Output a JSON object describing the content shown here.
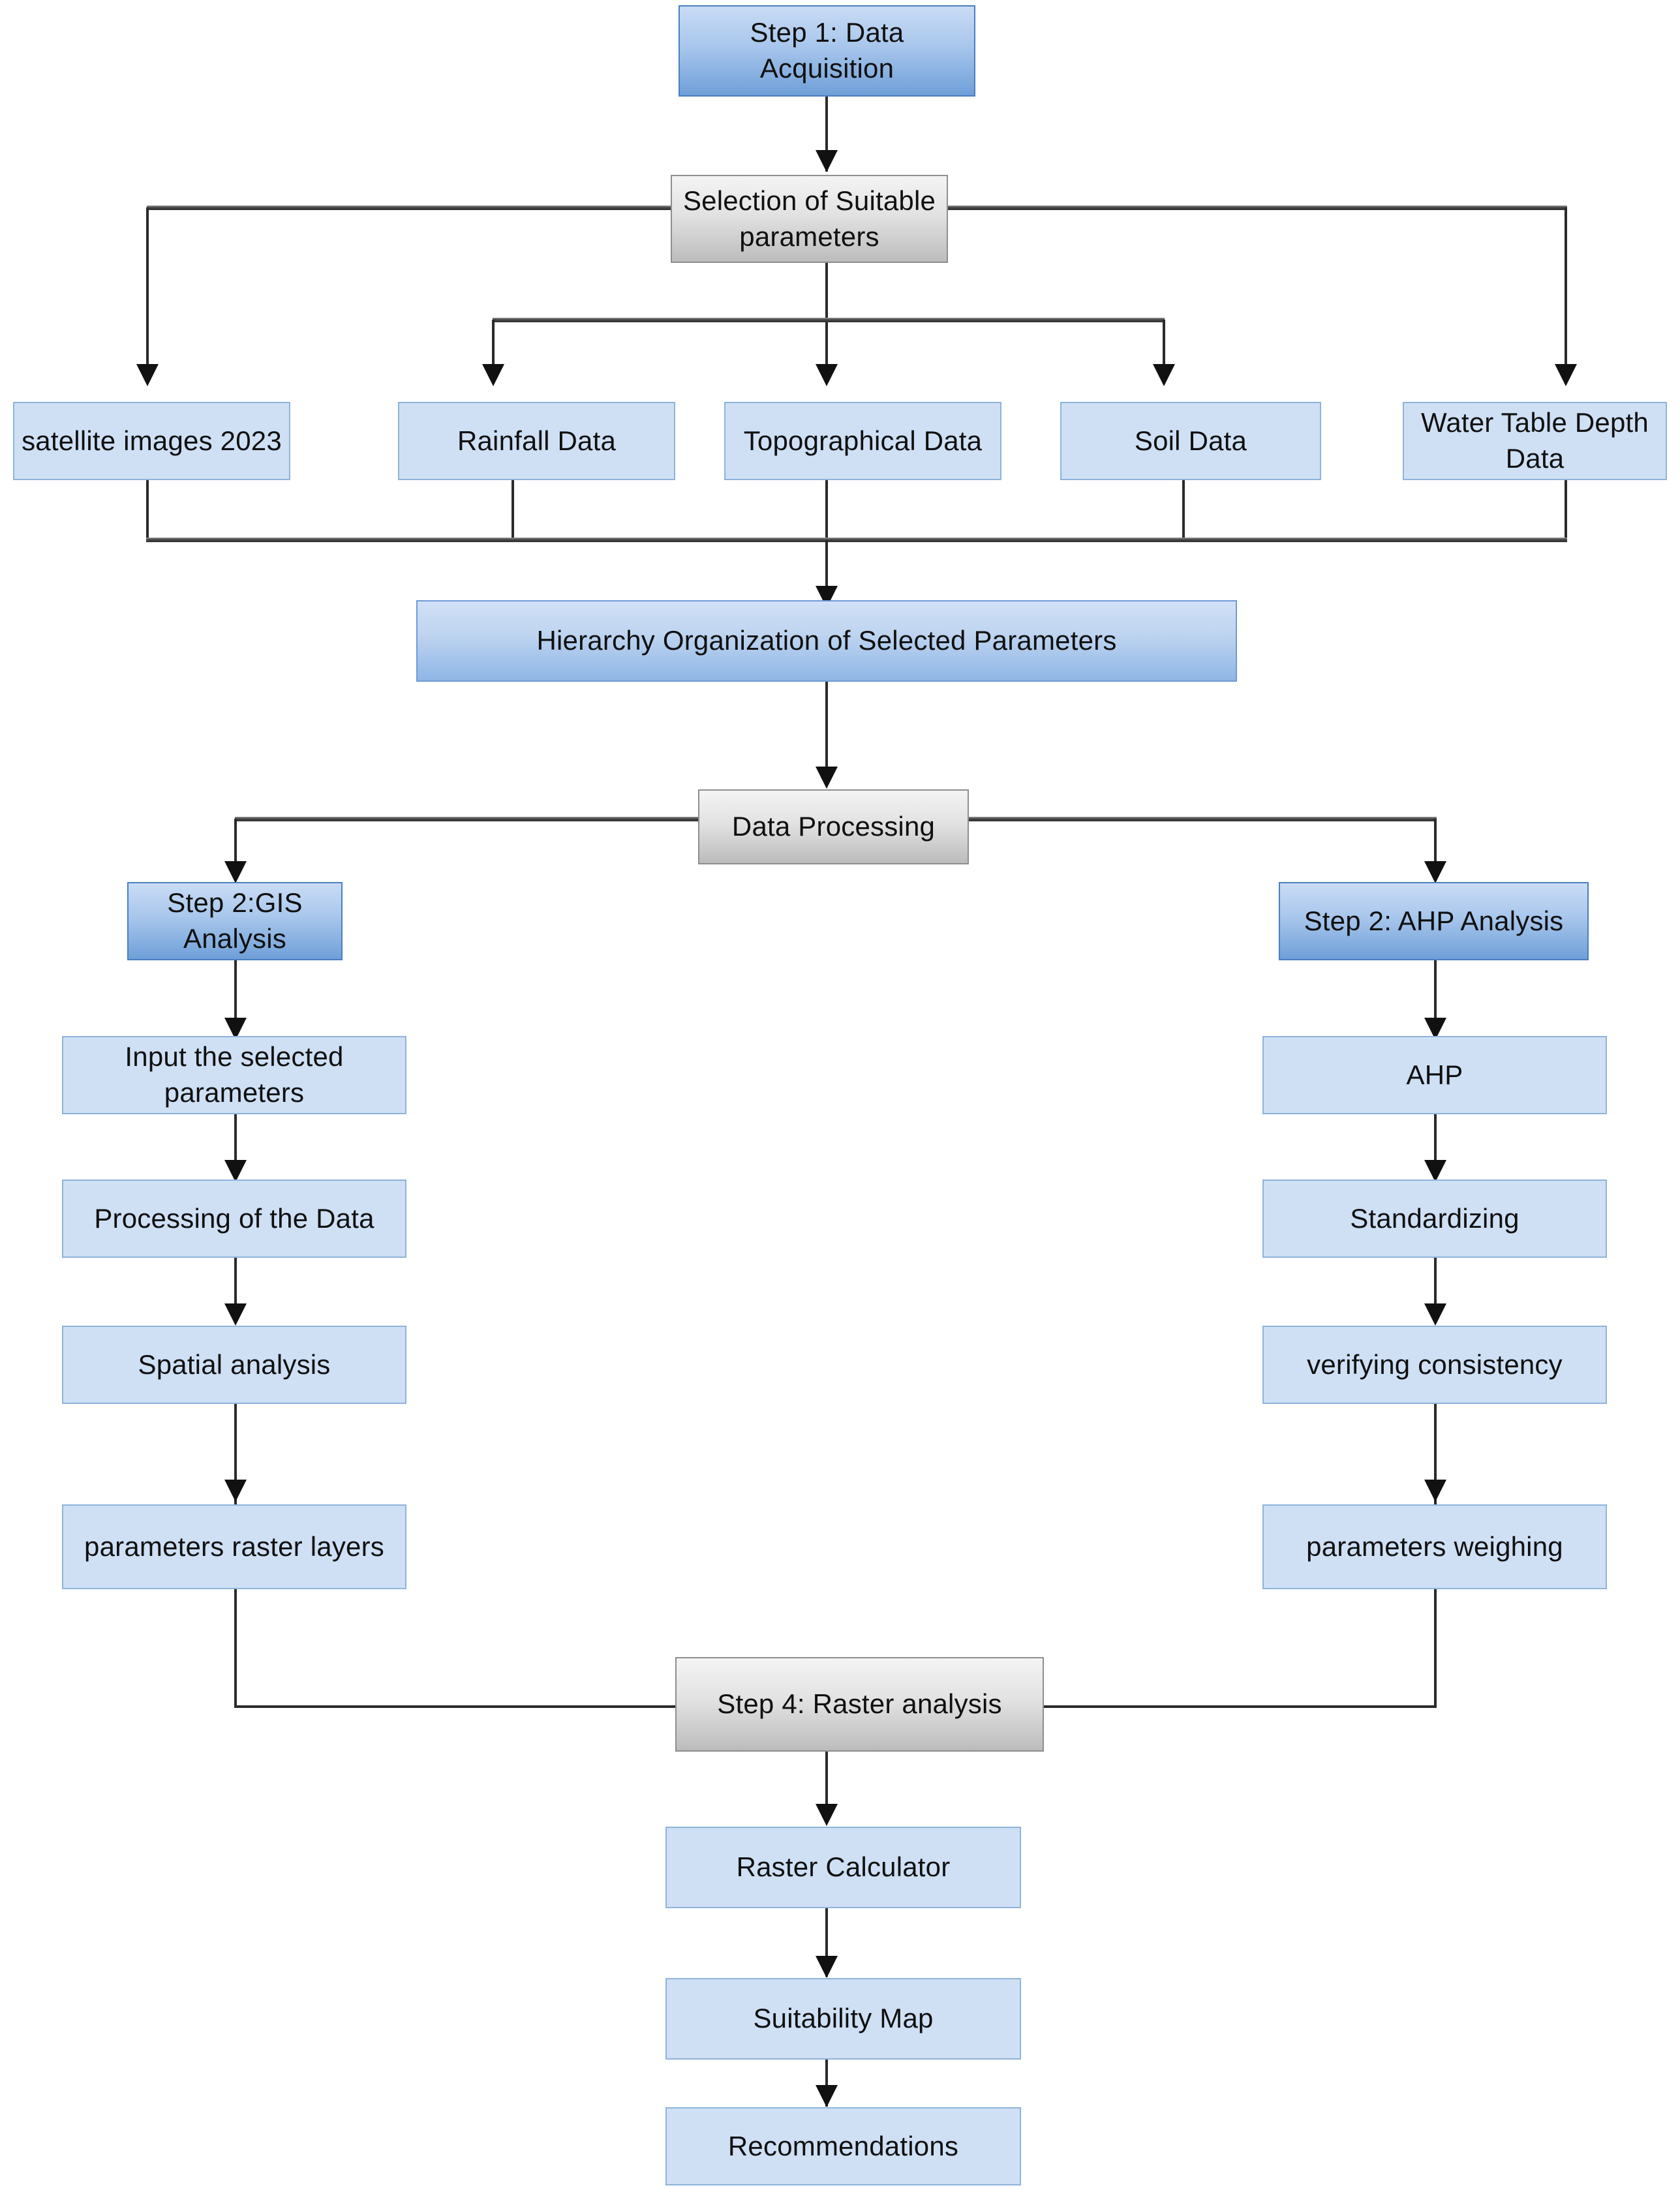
{
  "diagram": {
    "title": "GIS and AHP based site suitability methodology flowchart",
    "colors": {
      "box_blue_fill": "#cfe0f5",
      "box_blue_border": "#8fb3da",
      "box_blue_gradient_top": "#d2e0f6",
      "box_blue_gradient_bottom": "#8fb6e6",
      "box_grey_gradient_top": "#f4f4f4",
      "box_grey_gradient_bottom": "#bcbcbc",
      "connector": "#2b2b2b",
      "background": "#ffffff",
      "text": "#101010"
    }
  },
  "nodes": {
    "step1": {
      "label": "Step 1: Data Acquisition"
    },
    "selection": {
      "label": "Selection of Suitable parameters"
    },
    "parameters": [
      {
        "label": "satellite images 2023"
      },
      {
        "label": "Rainfall Data"
      },
      {
        "label": "Topographical Data"
      },
      {
        "label": "Soil Data"
      },
      {
        "label": "Water Table Depth Data"
      }
    ],
    "hierarchy": {
      "label": "Hierarchy Organization of Selected Parameters"
    },
    "data_processing": {
      "label": "Data Processing"
    },
    "gis_branch": {
      "header": {
        "label": "Step 2:GIS Analysis"
      },
      "steps": [
        {
          "label": "Input the selected parameters"
        },
        {
          "label": "Processing of the Data"
        },
        {
          "label": "Spatial analysis"
        },
        {
          "label": "parameters raster layers"
        }
      ]
    },
    "ahp_branch": {
      "header": {
        "label": "Step 2: AHP Analysis"
      },
      "steps": [
        {
          "label": "AHP"
        },
        {
          "label": "Standardizing"
        },
        {
          "label": "verifying consistency"
        },
        {
          "label": "parameters weighing"
        }
      ]
    },
    "raster_analysis": {
      "label": "Step 4: Raster analysis"
    },
    "outputs": [
      {
        "label": "Raster Calculator"
      },
      {
        "label": "Suitability Map"
      },
      {
        "label": "Recommendations"
      }
    ]
  }
}
